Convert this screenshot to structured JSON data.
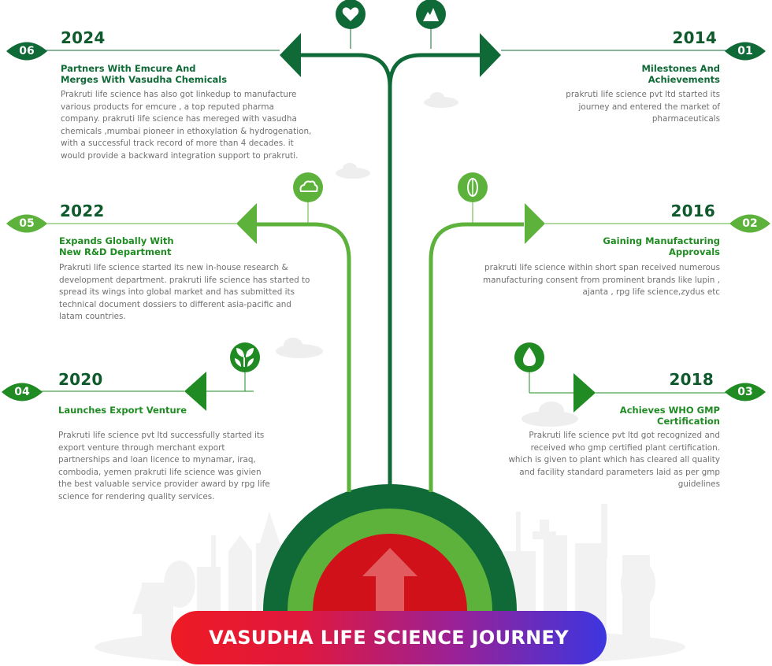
{
  "banner": {
    "title": "VASUDHA LIFE SCIENCE JOURNEY"
  },
  "colors": {
    "dark_green": "#0f6a37",
    "mid_green": "#5db23c",
    "bright_green": "#1f8b22",
    "red": "#d0111a",
    "banner_start": "#ee1b24",
    "banner_end": "#3c36e0"
  },
  "milestones": [
    {
      "number": "01",
      "year": "2014",
      "title_lines": [
        "Milestones And",
        "Achievements"
      ],
      "description_lines": [
        "prakruti life science pvt ltd started its",
        "journey and entered the market of",
        "pharmaceuticals"
      ],
      "icon": "mountain-icon"
    },
    {
      "number": "02",
      "year": "2016",
      "title_lines": [
        "Gaining Manufacturing",
        "Approvals"
      ],
      "description_lines": [
        "prakruti life science within short span received numerous",
        "manufacturing consent from prominent brands like lupin ,",
        "ajanta , rpg life science,zydus etc"
      ],
      "icon": "capsule-icon"
    },
    {
      "number": "03",
      "year": "2018",
      "title_lines": [
        "Achieves WHO GMP",
        "Certification"
      ],
      "description_lines": [
        "Prakruti life science pvt ltd got recognized and",
        "received who gmp certified plant certification.",
        "which is given to plant which has cleared all quality",
        "and facility standard parameters laid as per gmp",
        "guidelines"
      ],
      "icon": "water-drop-icon"
    },
    {
      "number": "04",
      "year": "2020",
      "title_lines": [
        "Launches Export Venture"
      ],
      "description_lines": [
        "Prakruti life science pvt ltd successfully started its",
        "export venture through merchant export",
        "partnerships and loan licence to mynamar, iraq,",
        "combodia, yemen prakruti life science was givien",
        "the best valuable service provider award by rpg life",
        "science for rendering quality services."
      ],
      "icon": "sprout-icon"
    },
    {
      "number": "05",
      "year": "2022",
      "title_lines": [
        "Expands Globally With",
        "New R&D Department"
      ],
      "description_lines": [
        "Prakruti life science started its new in-house research &",
        "development department. prakruti life science has started to",
        "spread its wings into global market and has submitted its",
        "technical document dossiers to different asia-pacific and",
        "latam countries."
      ],
      "icon": "cloud-icon"
    },
    {
      "number": "06",
      "year": "2024",
      "title_lines": [
        "Partners With Emcure And",
        "Merges With Vasudha Chemicals"
      ],
      "description_lines": [
        "Prakruti life science has also got linkedup to manufacture",
        "various products for emcure , a top reputed pharma",
        "company. prakruti life science has mereged with vasudha",
        "chemicals ,mumbai pioneer in ethoxylation & hydrogenation,",
        "with a successful track record of more than 4 decades. it",
        "would provide a backward integration support to prakruti."
      ],
      "icon": "heart-icon"
    }
  ]
}
